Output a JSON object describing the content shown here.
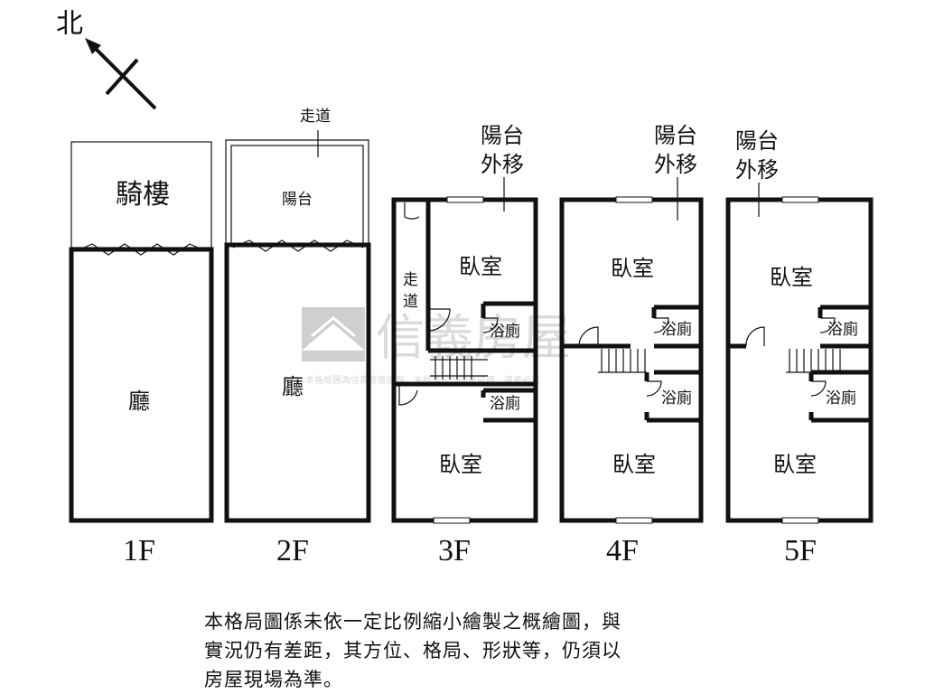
{
  "compass": {
    "label": "北"
  },
  "watermark": {
    "brand": "信義房屋",
    "notice": "本格局圖為信義房屋繪製，未經本公司同意盜用，違者必究"
  },
  "floors": [
    {
      "id": "1F",
      "label": "1F",
      "rooms": {
        "arcade": "騎樓",
        "hall": "廳"
      }
    },
    {
      "id": "2F",
      "label": "2F",
      "rooms": {
        "corridor": "走道",
        "balcony": "陽台",
        "hall": "廳"
      }
    },
    {
      "id": "3F",
      "label": "3F",
      "rooms": {
        "balcony_note_1": "陽台",
        "balcony_note_2": "外移",
        "corridor_1": "走",
        "corridor_2": "道",
        "bedroom_front": "臥室",
        "bath_upper": "浴廁",
        "bath_lower": "浴廁",
        "bedroom_back": "臥室"
      }
    },
    {
      "id": "4F",
      "label": "4F",
      "rooms": {
        "balcony_note_1": "陽台",
        "balcony_note_2": "外移",
        "bedroom_front": "臥室",
        "bath_upper": "浴廁",
        "bath_lower": "浴廁",
        "bedroom_back": "臥室"
      }
    },
    {
      "id": "5F",
      "label": "5F",
      "rooms": {
        "balcony_note_1": "陽台",
        "balcony_note_2": "外移",
        "bedroom_front": "臥室",
        "bath_upper": "浴廁",
        "bath_lower": "浴廁",
        "bedroom_back": "臥室"
      }
    }
  ],
  "disclaimer": [
    "本格局圖係未依一定比例縮小繪製之概繪圖，與",
    "實況仍有差距，其方位、格局、形狀等，仍須以",
    "房屋現場為準。"
  ]
}
